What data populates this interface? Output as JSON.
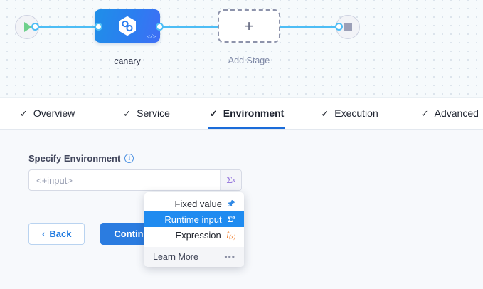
{
  "canvas": {
    "nodes": [
      {
        "name": "pipeline-start",
        "icon": "play-icon",
        "label": ""
      },
      {
        "name": "stage-canary",
        "icon": "harness-hexagon-icon",
        "label": "canary",
        "badge": "</>"
      },
      {
        "name": "add-stage",
        "icon": "plus-icon",
        "label": "Add Stage"
      },
      {
        "name": "pipeline-end",
        "icon": "stop-icon",
        "label": ""
      }
    ],
    "stage_label": "canary",
    "add_stage_label": "Add Stage",
    "plus_glyph": "+",
    "code_badge": "</>"
  },
  "tabs": [
    {
      "label": "Overview",
      "check": "✓",
      "active": false
    },
    {
      "label": "Service",
      "check": "✓",
      "active": false
    },
    {
      "label": "Environment",
      "check": "✓",
      "active": true
    },
    {
      "label": "Execution",
      "check": "✓",
      "active": false
    },
    {
      "label": "Advanced",
      "check": "✓",
      "active": false
    }
  ],
  "form": {
    "field_label": "Specify Environment",
    "info_glyph": "i",
    "input_value": "<+input>",
    "input_placeholder": "<+input>",
    "sigma_label": "Σ",
    "sigma_sup": "x"
  },
  "buttons": {
    "back_label": "Back",
    "back_chevron": "‹",
    "continue_label": "Continue"
  },
  "dropdown": {
    "items": [
      {
        "label": "Fixed value",
        "icon": "pin-icon",
        "glyph": "📌",
        "selected": false
      },
      {
        "label": "Runtime input",
        "icon": "sigma-icon",
        "glyph": "Σ",
        "selected": true
      },
      {
        "label": "Expression",
        "icon": "fx-icon",
        "glyph": "f",
        "selected": false
      }
    ],
    "footer_label": "Learn More",
    "footer_icon_glyph": "•••"
  },
  "colors": {
    "accent_blue": "#1f8bf0",
    "tab_underline": "#1b6cd9",
    "edge_blue": "#4dbdf5",
    "sigma_purple": "#9b7ede",
    "expression_orange": "#f07c2a",
    "play_green": "#6fd08c",
    "canvas_bg": "#f6fafc",
    "panel_bg": "#f7f9fc"
  }
}
